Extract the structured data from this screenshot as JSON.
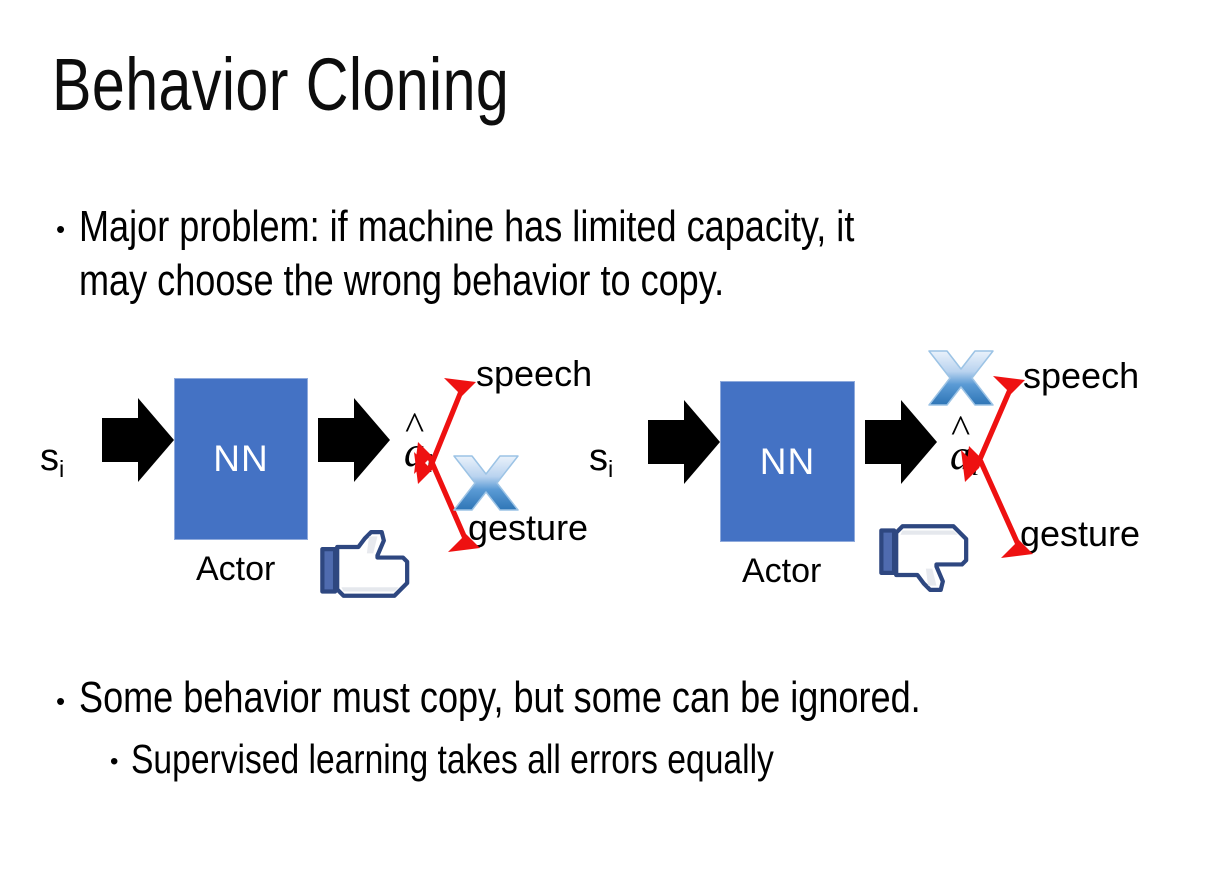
{
  "slide": {
    "title": "Behavior Cloning",
    "background_color": "#FFFFFF"
  },
  "bullets": {
    "top": {
      "marker": "•",
      "line1": "Major problem: if machine has limited capacity, it",
      "line2": "may choose the wrong behavior to copy."
    },
    "bottom_level1": {
      "marker": "•",
      "text": "Some behavior must copy, but some can be ignored."
    },
    "bottom_level2": {
      "marker": "•",
      "text": "Supervised learning takes all errors equally"
    }
  },
  "colors": {
    "nn_box_fill": "#4472C4",
    "nn_box_border": "#8FAADC",
    "arrow_black": "#000000",
    "arrow_red": "#EE1111",
    "cross_blue_light": "#C5D9F1",
    "cross_blue_dark": "#2E75B6",
    "thumb_outline": "#3B5998",
    "thumb_fill": "#FFFFFF",
    "thumb_cuff": "#4F6BAF",
    "text_black": "#000000"
  },
  "diagrams": [
    {
      "id": "left",
      "input_label": "s",
      "input_subscript": "i",
      "box_label": "NN",
      "box_caption": "Actor",
      "output_label": "a",
      "output_subscript": "i",
      "output_has_hat": true,
      "branches": [
        {
          "name": "speech",
          "label": "speech",
          "crossed_out": false
        },
        {
          "name": "gesture",
          "label": "gesture",
          "crossed_out": true
        }
      ],
      "verdict_icon": "thumbs-up-icon"
    },
    {
      "id": "right",
      "input_label": "s",
      "input_subscript": "i",
      "box_label": "NN",
      "box_caption": "Actor",
      "output_label": "a",
      "output_subscript": "i",
      "output_has_hat": true,
      "branches": [
        {
          "name": "speech",
          "label": "speech",
          "crossed_out": true
        },
        {
          "name": "gesture",
          "label": "gesture",
          "crossed_out": false
        }
      ],
      "verdict_icon": "thumbs-down-icon"
    }
  ]
}
